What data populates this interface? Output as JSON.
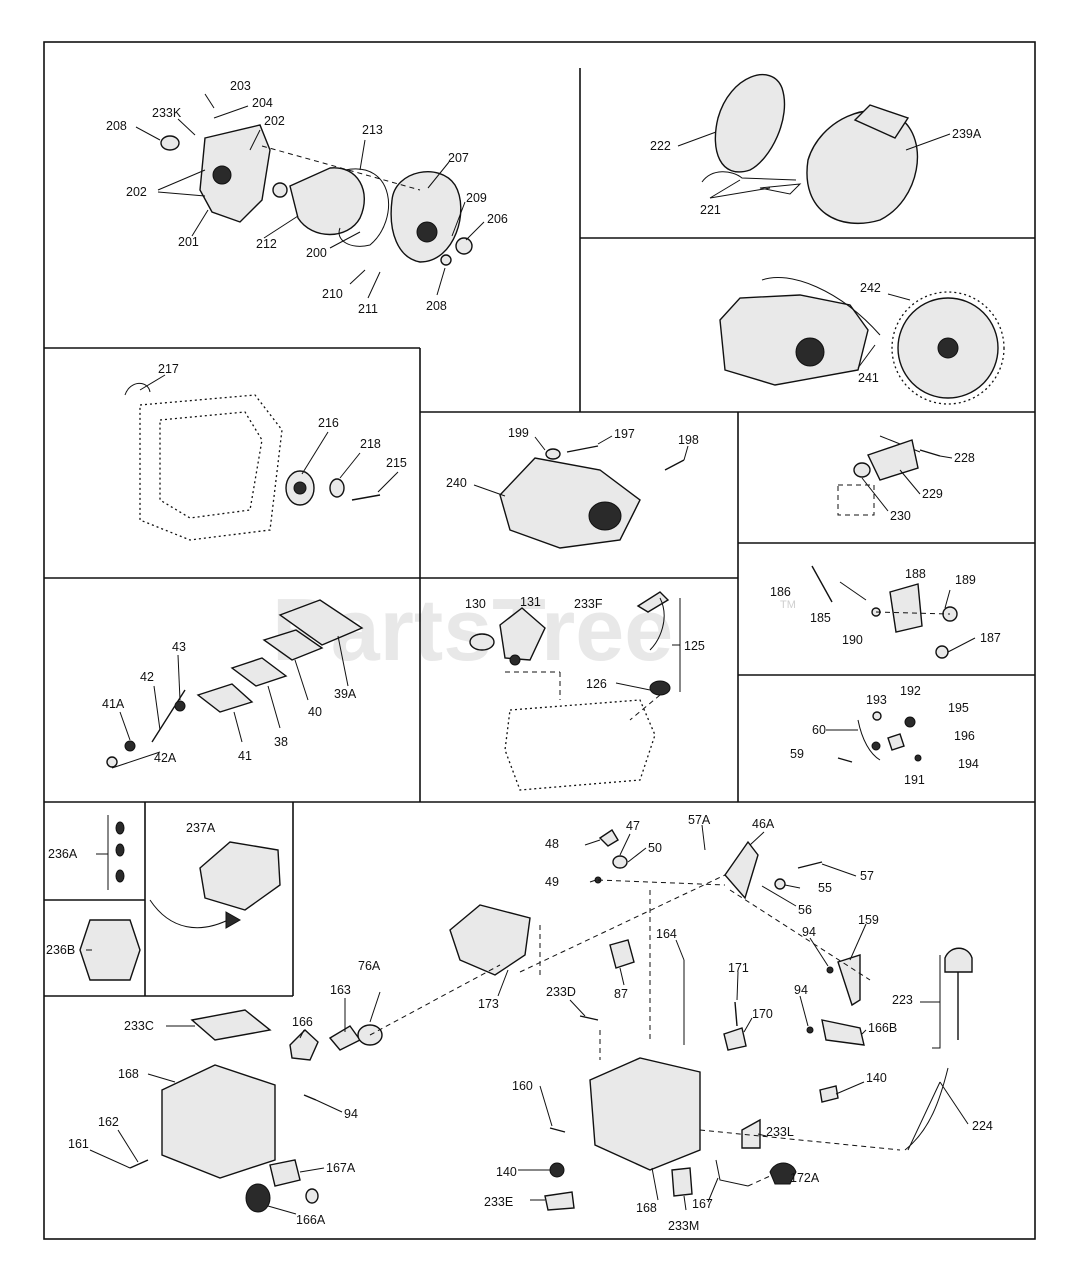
{
  "watermark": {
    "text": "PartsTree",
    "tm": "TM"
  },
  "labels": {
    "p203": "203",
    "p204": "204",
    "p233K": "233K",
    "p202a": "202",
    "p208a": "208",
    "p202b": "202",
    "p201": "201",
    "p212": "212",
    "p213": "213",
    "p207": "207",
    "p209": "209",
    "p206": "206",
    "p200": "200",
    "p210": "210",
    "p211": "211",
    "p208b": "208",
    "p222": "222",
    "p239A": "239A",
    "p221": "221",
    "p242": "242",
    "p241": "241",
    "p217": "217",
    "p216": "216",
    "p218": "218",
    "p215": "215",
    "p199": "199",
    "p197": "197",
    "p198": "198",
    "p240": "240",
    "p228": "228",
    "p229": "229",
    "p230": "230",
    "p186": "186",
    "p188": "188",
    "p189": "189",
    "p185": "185",
    "p190": "190",
    "p187": "187",
    "p130": "130",
    "p131": "131",
    "p233F": "233F",
    "p125": "125",
    "p126": "126",
    "p43": "43",
    "p42": "42",
    "p41A": "41A",
    "p39A": "39A",
    "p40": "40",
    "p38": "38",
    "p41": "41",
    "p42A": "42A",
    "p193": "193",
    "p192": "192",
    "p195": "195",
    "p60": "60",
    "p196": "196",
    "p59": "59",
    "p194": "194",
    "p191": "191",
    "p236A": "236A",
    "p237A": "237A",
    "p236B": "236B",
    "p48": "48",
    "p47": "47",
    "p50": "50",
    "p49": "49",
    "p57A": "57A",
    "p46A": "46A",
    "p55": "55",
    "p57": "57",
    "p56": "56",
    "p164": "164",
    "p87": "87",
    "p173": "173",
    "p159": "159",
    "p94a": "94",
    "p94b": "94",
    "p171": "171",
    "p170": "170",
    "p166B": "166B",
    "p223": "223",
    "p233D": "233D",
    "p76A": "76A",
    "p163": "163",
    "p166": "166",
    "p233C": "233C",
    "p168a": "168",
    "p94c": "94",
    "p160": "160",
    "p140a": "140",
    "p162": "162",
    "p161": "161",
    "p167A": "167A",
    "p166A": "166A",
    "p233L": "233L",
    "p224": "224",
    "p140b": "140",
    "p233E": "233E",
    "p168b": "168",
    "p167": "167",
    "p172A": "172A",
    "p233M": "233M"
  }
}
